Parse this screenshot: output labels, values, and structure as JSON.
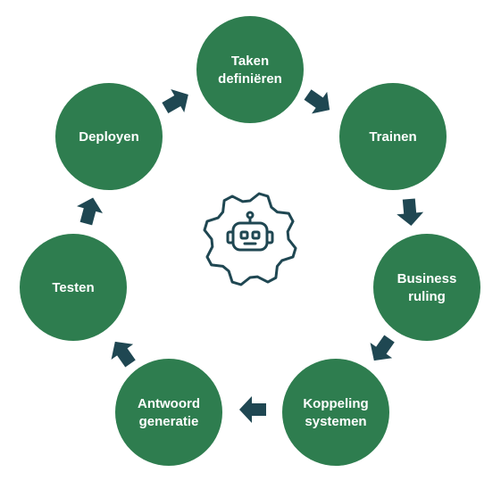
{
  "colors": {
    "node_fill": "#2e7d4f",
    "arrow_fill": "#1f4752",
    "icon_stroke": "#1f4752"
  },
  "center_icon": "robot-gear-icon",
  "cycle": [
    {
      "id": "taken",
      "lines": [
        "Taken",
        "definiëren"
      ]
    },
    {
      "id": "trainen",
      "lines": [
        "Trainen"
      ]
    },
    {
      "id": "business",
      "lines": [
        "Business",
        "ruling"
      ]
    },
    {
      "id": "koppeling",
      "lines": [
        "Koppeling",
        "systemen"
      ]
    },
    {
      "id": "antwoord",
      "lines": [
        "Antwoord",
        "generatie"
      ]
    },
    {
      "id": "testen",
      "lines": [
        "Testen"
      ]
    },
    {
      "id": "deployen",
      "lines": [
        "Deployen"
      ]
    }
  ],
  "arrow_icon": "chevron-arrow-icon"
}
